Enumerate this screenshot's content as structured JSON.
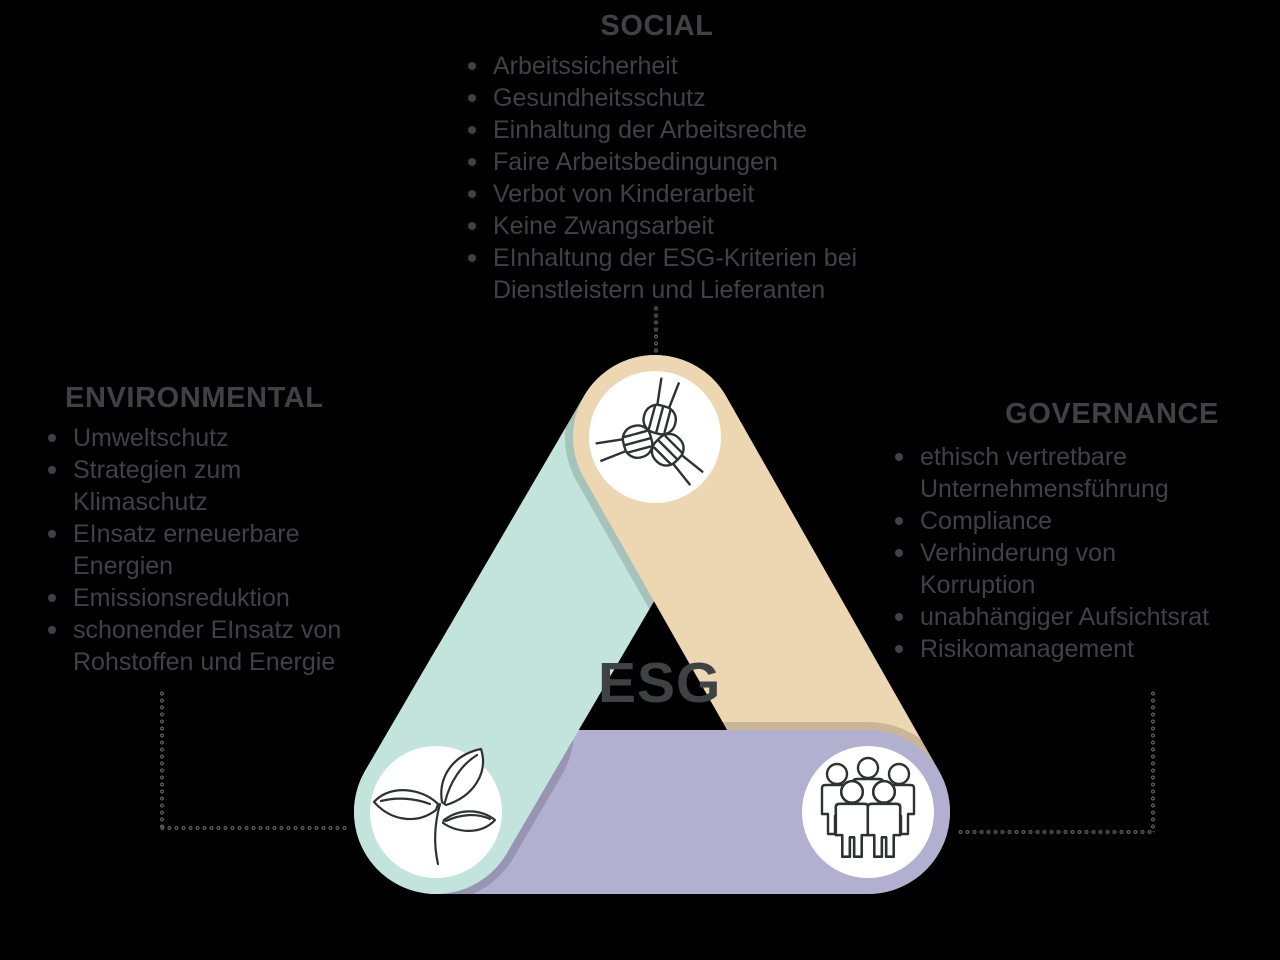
{
  "title_center": "ESG",
  "colors": {
    "teal": "#c2e4dc",
    "tan": "#edd6b2",
    "purple": "#b2b0d0",
    "text": "#3f4245",
    "circle_fill": "#ffffff",
    "icon_stroke": "#2f3133",
    "dotted_line": "#5e5e5e",
    "background": "#000000"
  },
  "social": {
    "title": "SOCIAL",
    "items": [
      [
        "Arbeitssicherheit"
      ],
      [
        "Gesundheitsschutz"
      ],
      [
        "Einhaltung der Arbeitsrechte"
      ],
      [
        "Faire Arbeitsbedingungen"
      ],
      [
        "Verbot von Kinderarbeit"
      ],
      [
        "Keine Zwangsarbeit"
      ],
      [
        "EInhaltung der ESG-Kriterien bei",
        "Dienstleistern und Lieferanten"
      ]
    ]
  },
  "environmental": {
    "title": "ENVIRONMENTAL",
    "items": [
      [
        "Umweltschutz"
      ],
      [
        "Strategien zum",
        "Klimaschutz"
      ],
      [
        "EInsatz erneuerbare",
        "Energien"
      ],
      [
        "Emissionsreduktion"
      ],
      [
        "schonender EInsatz von",
        "Rohstoffen und Energie"
      ]
    ]
  },
  "governance": {
    "title": "GOVERNANCE",
    "items": [
      [
        "ethisch vertretbare",
        "Unternehmensführung"
      ],
      [
        "Compliance"
      ],
      [
        "Verhinderung von",
        "Korruption"
      ],
      [
        "unabhängiger Aufsichtsrat"
      ],
      [
        "Risikomanagement"
      ]
    ]
  },
  "icons": {
    "top": "hands-unity-icon",
    "bottom_left": "leaf-icon",
    "bottom_right": "people-group-icon"
  }
}
